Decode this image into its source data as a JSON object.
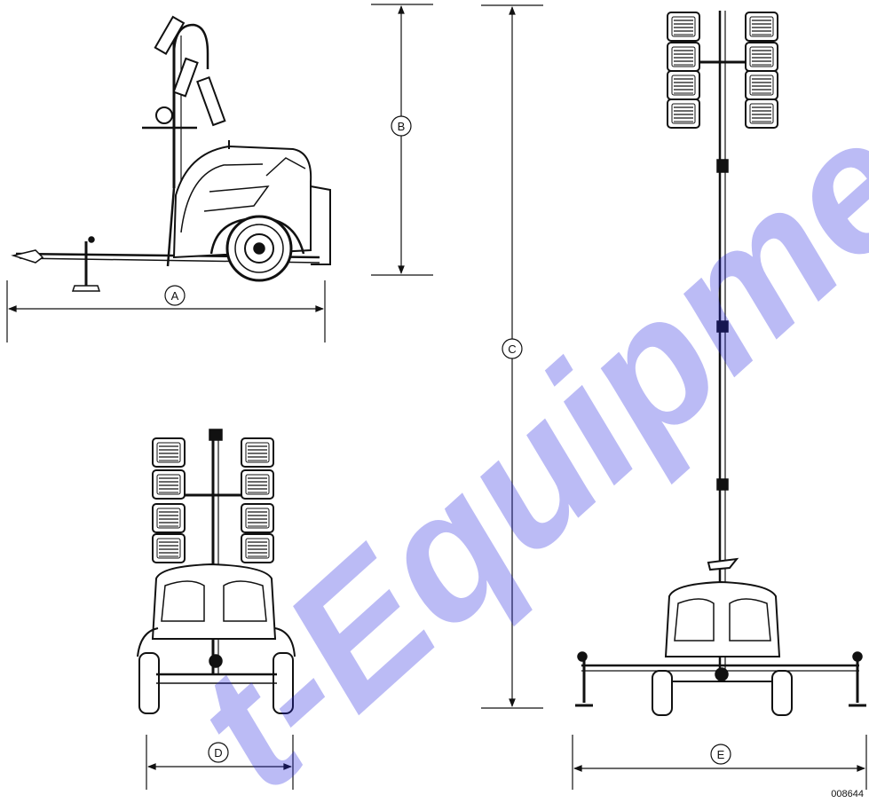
{
  "dimensions": {
    "A": {
      "label": "A"
    },
    "B": {
      "label": "B"
    },
    "C": {
      "label": "C"
    },
    "D": {
      "label": "D"
    },
    "E": {
      "label": "E"
    }
  },
  "figure_number": "008644",
  "watermark": {
    "text": "t-Equipmen",
    "color": "#2323e0",
    "opacity": 0.3
  },
  "colors": {
    "line": "#111111",
    "watermark": "#2323e0"
  }
}
